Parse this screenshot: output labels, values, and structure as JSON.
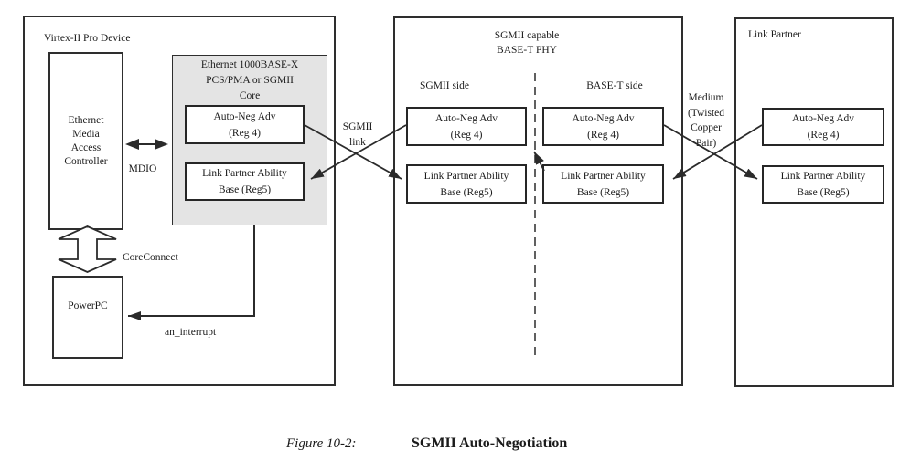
{
  "colors": {
    "line": "#2b2b2b",
    "core_fill": "#e4e4e4",
    "text": "#1a1a1a"
  },
  "caption": {
    "label": "Figure 10-2:",
    "title": "SGMII Auto-Negotiation"
  },
  "labels": {
    "sgmii_link": [
      "SGMII",
      "link"
    ],
    "medium": [
      "Medium",
      "(Twisted",
      "Copper",
      "Pair)"
    ],
    "mdio": "MDIO",
    "coreconnect": "CoreConnect",
    "an_interrupt": "an_interrupt"
  },
  "virtex": {
    "title": "Virtex-II Pro Device",
    "emac_lines": [
      "Ethernet",
      "Media",
      "Access",
      "Controller"
    ],
    "powerpc": "PowerPC",
    "core": {
      "title_lines": [
        "Ethernet 1000BASE-X",
        "PCS/PMA or SGMII",
        "Core"
      ],
      "auto_neg": [
        "Auto-Neg Adv",
        "(Reg 4)"
      ],
      "link_partner": [
        "Link Partner Ability",
        "Base (Reg5)"
      ]
    }
  },
  "phy": {
    "title_lines": [
      "SGMII capable",
      "BASE-T PHY"
    ],
    "sgmii_side_label": "SGMII side",
    "baset_side_label": "BASE-T side",
    "sgmii": {
      "auto_neg": [
        "Auto-Neg Adv",
        "(Reg 4)"
      ],
      "link_partner": [
        "Link Partner Ability",
        "Base (Reg5)"
      ]
    },
    "baset": {
      "auto_neg": [
        "Auto-Neg Adv",
        "(Reg 4)"
      ],
      "link_partner": [
        "Link Partner Ability",
        "Base (Reg5)"
      ]
    }
  },
  "partner": {
    "title": "Link Partner",
    "auto_neg": [
      "Auto-Neg Adv",
      "(Reg 4)"
    ],
    "link_partner": [
      "Link Partner Ability",
      "Base (Reg5)"
    ]
  }
}
